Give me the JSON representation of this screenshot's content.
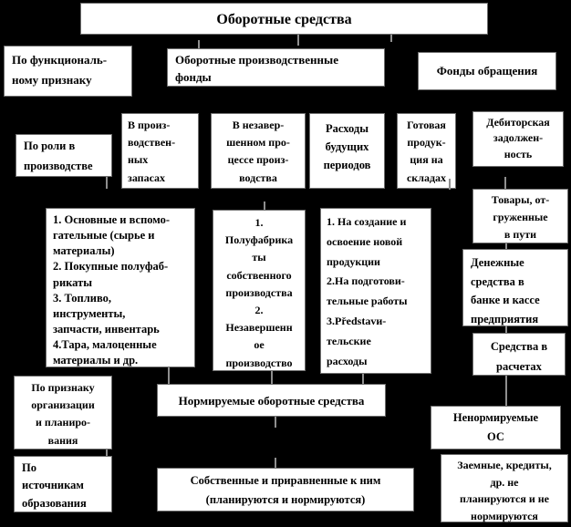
{
  "diagram": {
    "title": "Оборотные средства",
    "boxes": {
      "title": [
        "Оборотные средства"
      ],
      "func": [
        "По функциональ-",
        "ному признаку"
      ],
      "opf": [
        "Оборотные производственные",
        "фонды"
      ],
      "fo": [
        "Фонды обращения"
      ],
      "role": [
        "По роли в",
        "производстве"
      ],
      "zapasy": [
        "В произ-",
        "водствен-",
        "ных",
        "запасах"
      ],
      "nezaver": [
        "В незавер-",
        "шенном про-",
        "цессе произ-",
        "водства"
      ],
      "rashody": [
        "Расходы",
        "будущих",
        "периодов"
      ],
      "gotovaya": [
        "Готовая",
        "продук-",
        "ция на",
        "складах"
      ],
      "debitor": [
        "Дебиторская",
        "задолжен-",
        "ность"
      ],
      "biglist": [
        "1. Основные и вспомо-",
        "гательные (сырье и",
        "материалы)",
        "2. Покупные полуфаб-",
        "рикаты",
        "3. Топливо,",
        " инструменты,",
        "запчасти, инвентарь",
        "4.Тара, малоценные",
        "материалы и др."
      ],
      "polufabr": [
        "1.",
        "Полуфабрика",
        "ты",
        "собственного",
        "производства",
        "2.",
        "Незавершенн",
        "ое",
        "производство"
      ],
      "sozdanie": [
        "1. На создание и",
        "освоение новой",
        "продукции",
        "2.На подготови-",
        "тельные работы",
        "3.Představи-",
        "тельские",
        "расходы"
      ],
      "tovary": [
        "Товары, от-",
        "груженные",
        "в пути"
      ],
      "denezh": [
        "Денежные",
        "средства в",
        "банке и кассе",
        "предприятия"
      ],
      "sredstva": [
        "Средства в",
        "расчетах"
      ],
      "priznak": [
        "По признаку",
        "организации",
        "и планиро-",
        "вания"
      ],
      "norm": [
        "Нормируемые оборотные средства"
      ],
      "nenorm": [
        "Ненормируемые",
        "ОС"
      ],
      "istochnik": [
        "По",
        "источникам",
        "образования"
      ],
      "sobstv": [
        "Собственные и приравненные  к ним",
        "(планируются и нормируются)"
      ],
      "zaemnye": [
        "Заемные, кредиты,",
        "др. не",
        "планируются и не",
        "нормируются"
      ]
    },
    "colors": {
      "background": "#000000",
      "box_fill": "#ffffff",
      "box_text": "#000000",
      "connector": "#8f8f8f"
    }
  }
}
